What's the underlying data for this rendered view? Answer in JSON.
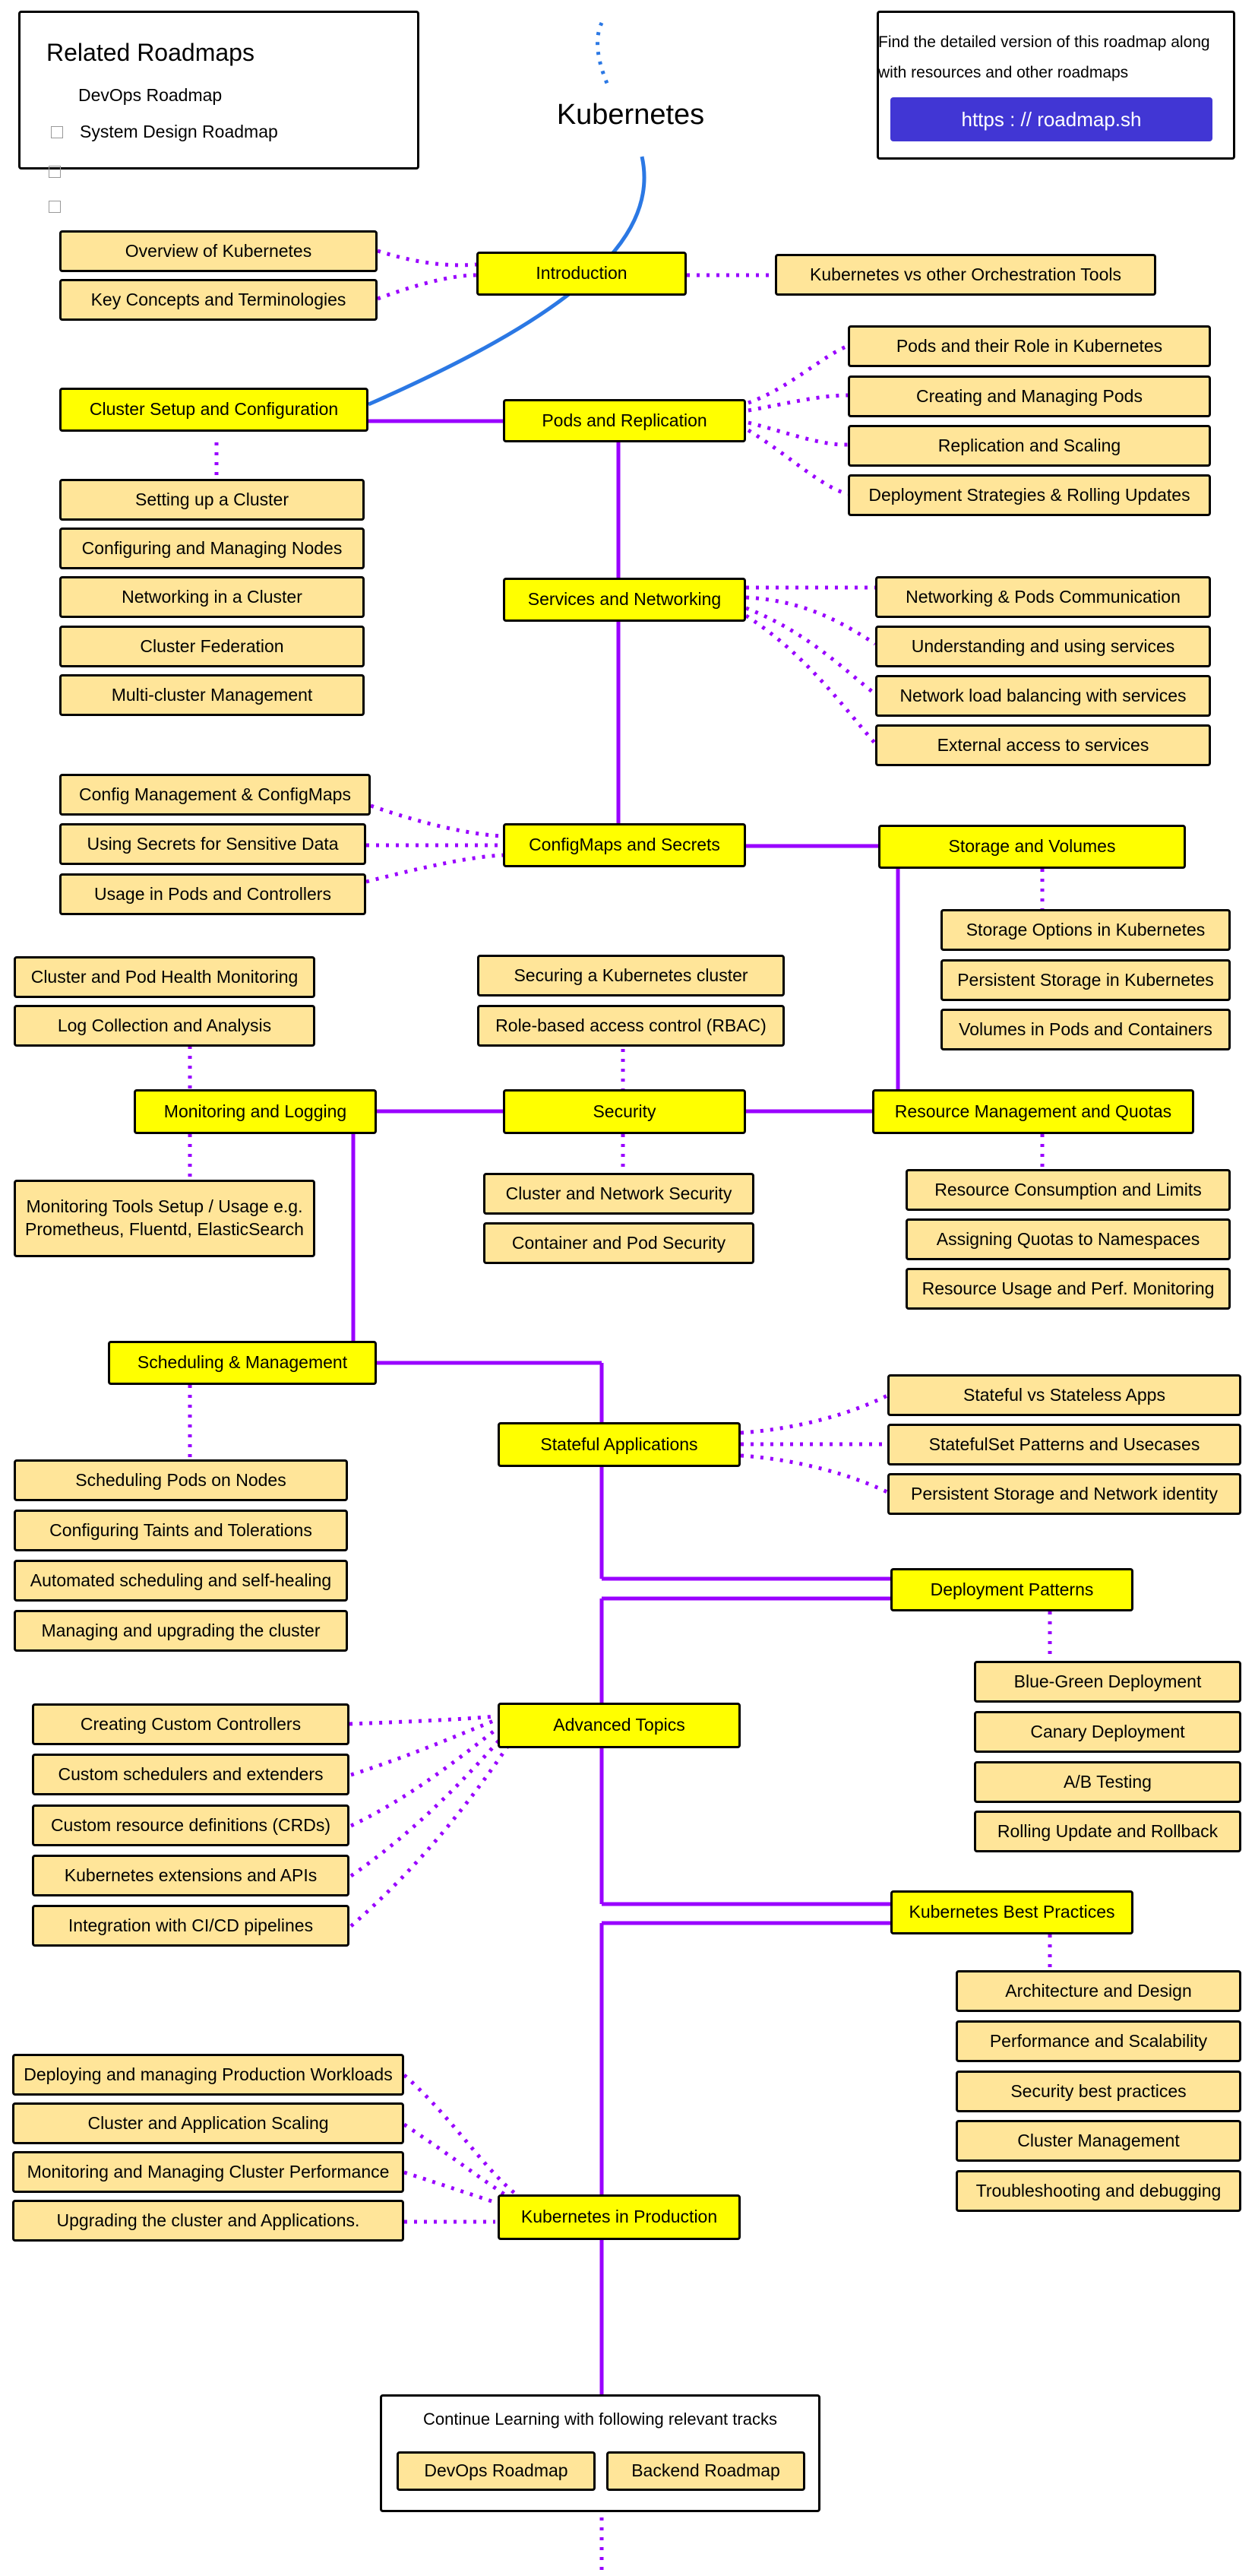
{
  "page_title": "Kubernetes",
  "related": {
    "title": "Related Roadmaps",
    "items": [
      "DevOps Roadmap",
      "System Design Roadmap"
    ]
  },
  "info": {
    "text": "Find the detailed version of this roadmap along with resources and other roadmaps",
    "link_label": "https : // roadmap.sh"
  },
  "continue": {
    "text": "Continue Learning with following relevant tracks",
    "items": [
      "DevOps Roadmap",
      "Backend Roadmap"
    ]
  },
  "colors": {
    "topic": "#ffff00",
    "subtopic": "#ffe599",
    "connector": "#9900ff",
    "link_button": "#4136d4",
    "start_line": "#2b78e4"
  },
  "topics": [
    "Introduction",
    "Cluster Setup and Configuration",
    "Pods and Replication",
    "Services and Networking",
    "ConfigMaps and Secrets",
    "Storage and Volumes",
    "Monitoring and Logging",
    "Security",
    "Resource Management and Quotas",
    "Scheduling & Management",
    "Stateful Applications",
    "Deployment Patterns",
    "Advanced Topics",
    "Kubernetes Best Practices",
    "Kubernetes in Production"
  ],
  "subtopics": [
    "Overview of Kubernetes",
    "Key Concepts and Terminologies",
    "Kubernetes vs other Orchestration Tools",
    "Pods and their Role in Kubernetes",
    "Creating and Managing Pods",
    "Replication and Scaling",
    "Deployment Strategies & Rolling Updates",
    "Setting up a Cluster",
    "Configuring and Managing Nodes",
    "Networking in a Cluster",
    "Cluster Federation",
    "Multi-cluster Management",
    "Networking & Pods Communication",
    "Understanding and using services",
    "Network load balancing with services",
    "External access to services",
    "Config Management & ConfigMaps",
    "Using Secrets for Sensitive Data",
    "Usage in Pods and Controllers",
    "Storage Options in Kubernetes",
    "Persistent Storage in Kubernetes",
    "Volumes in Pods and Containers",
    "Cluster and Pod Health Monitoring",
    "Log Collection and Analysis",
    "Monitoring Tools Setup / Usage e.g. Prometheus, Fluentd, ElasticSearch",
    "Securing a Kubernetes cluster",
    "Role-based access control (RBAC)",
    "Cluster and Network Security",
    "Container and Pod Security",
    "Resource Consumption and Limits",
    "Assigning Quotas to Namespaces",
    "Resource Usage and Perf. Monitoring",
    "Scheduling Pods on Nodes",
    "Configuring Taints and Tolerations",
    "Automated scheduling and self-healing",
    "Managing and upgrading the cluster",
    "Stateful vs Stateless Apps",
    "StatefulSet Patterns and Usecases",
    "Persistent Storage and Network identity",
    "Blue-Green Deployment",
    "Canary Deployment",
    "A/B Testing",
    "Rolling Update and Rollback",
    "Creating Custom Controllers",
    "Custom schedulers and extenders",
    "Custom resource definitions (CRDs)",
    "Kubernetes extensions and APIs",
    "Integration with CI/CD pipelines",
    "Architecture and Design",
    "Performance and Scalability",
    "Security best practices",
    "Cluster Management",
    "Troubleshooting and debugging",
    "Deploying and managing Production Workloads",
    "Cluster and Application Scaling",
    "Monitoring and Managing Cluster Performance",
    "Upgrading the cluster and Applications."
  ]
}
